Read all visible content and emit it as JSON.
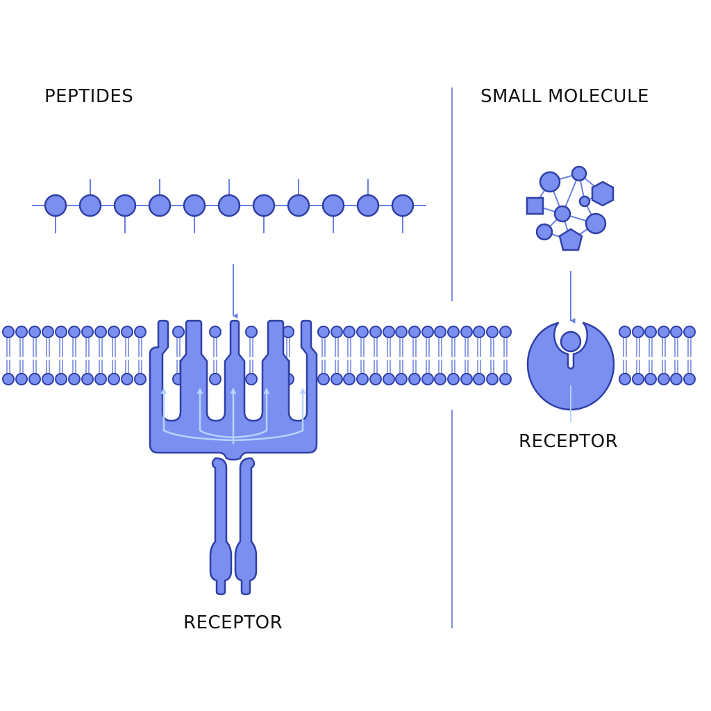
{
  "left_panel": {
    "title": "PEPTIDES",
    "receptor_label": "RECEPTOR"
  },
  "right_panel": {
    "title": "SMALL MOLECULE",
    "receptor_label": "RECEPTOR"
  },
  "colors": {
    "fill": "#7b8ff0",
    "stroke": "#2f3fa6",
    "line": "#6b7fe0",
    "signal": "#b8d4ff",
    "divider": "#7d8cdf",
    "text": "#111111"
  }
}
